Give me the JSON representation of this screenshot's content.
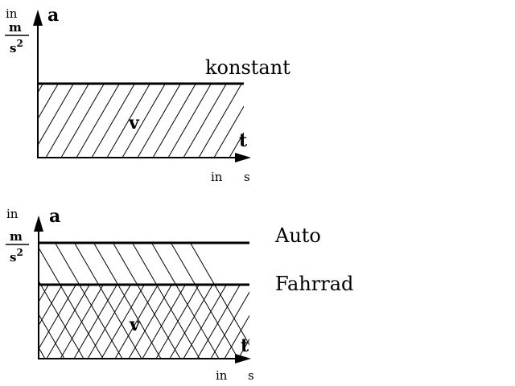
{
  "diagram_top": {
    "y_axis_label": "a",
    "y_unit_prefix": "in",
    "y_unit_numerator": "m",
    "y_unit_denominator": "s",
    "y_unit_exponent": "2",
    "x_axis_label": "t",
    "x_unit_prefix": "in",
    "x_unit": "s",
    "line_label": "konstant",
    "area_label": "v"
  },
  "diagram_bottom": {
    "y_axis_label": "a",
    "y_unit_prefix": "in",
    "y_unit_numerator": "m",
    "y_unit_denominator": "s",
    "y_unit_exponent": "2",
    "x_axis_label": "t",
    "x_unit_prefix": "in",
    "x_unit": "s",
    "line_upper_label": "Auto",
    "line_lower_label": "Fahrrad",
    "area_label": "v"
  },
  "colors": {
    "ink": "#000000",
    "background": "#ffffff"
  }
}
